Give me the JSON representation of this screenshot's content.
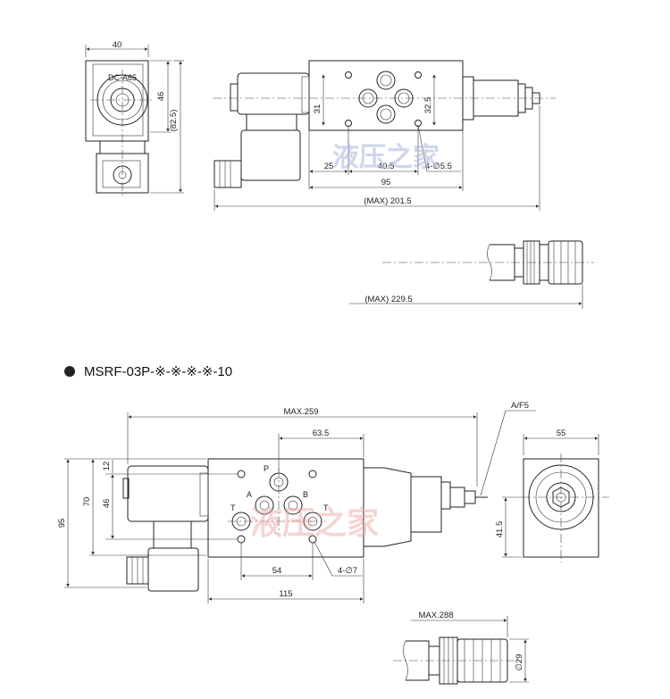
{
  "top_side": {
    "width": "40",
    "height_46": "46",
    "height_max": "(82.5)"
  },
  "top_front": {
    "d31": "31",
    "d32_5": "32.5",
    "d25": "25",
    "d40_5": "40.5",
    "holes": "4-∅5.5",
    "d95": "95",
    "max": "(MAX)  201.5"
  },
  "top_ext": {
    "max": "(MAX)  229.5"
  },
  "model_title": "MSRF-03P-※-※-※-※-10",
  "bottom_front": {
    "max": "MAX.259",
    "d63_5": "63.5",
    "af": "A/F5",
    "d12": "12",
    "d46": "46",
    "d70": "70",
    "d95": "95",
    "d54": "54",
    "holes": "4-∅7",
    "d115": "115",
    "ports": {
      "p": "P",
      "a": "A",
      "b": "B",
      "t_left": "T",
      "t_right": "T"
    }
  },
  "bottom_side": {
    "d55": "55",
    "d41_5": "41.5"
  },
  "bottom_ext": {
    "max": "MAX.288",
    "dia": "∅29"
  },
  "watermarks": {
    "wm1": "液压之家",
    "wm2": "液压之家"
  },
  "coil_label": "DC-A65"
}
